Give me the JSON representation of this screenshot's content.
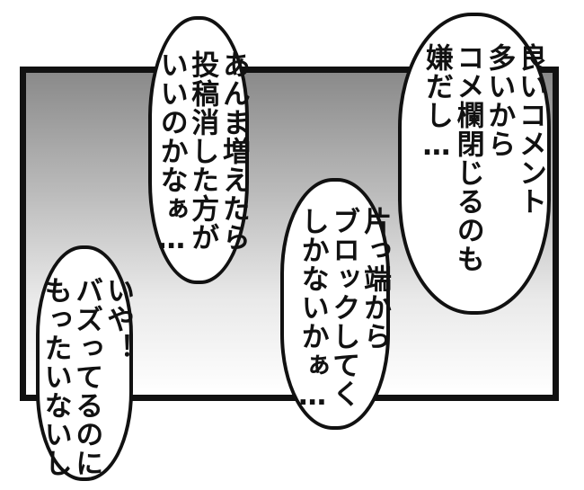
{
  "bubbles": [
    {
      "lines": "良いコメント\n多いから\nコメ欄閉じるのも\n嫌だし…"
    },
    {
      "lines": "あんま増えたら\n投稿消した方が\nいいのかなぁ…"
    },
    {
      "lines": "片っ端から\nブロックしてく\nしかないかぁ…"
    },
    {
      "lines": "いや！\nバズってるのに\nもったいないし"
    }
  ]
}
